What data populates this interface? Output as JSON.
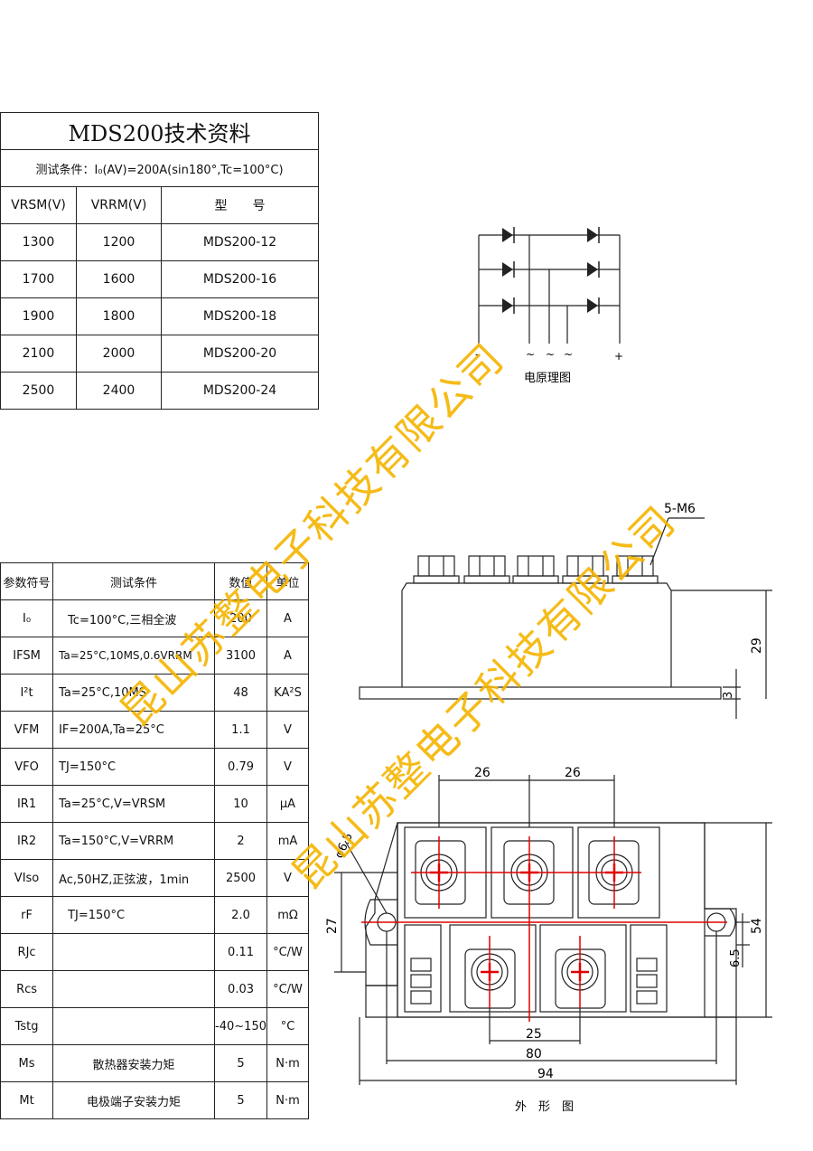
{
  "top_table": {
    "title": "MDS200技术资料",
    "condition": "测试条件：I₀(AV)=200A(sin180°,Tc=100°C)",
    "headers": {
      "vrsm": "VRSM(V)",
      "vrrm": "VRRM(V)",
      "model": "型　　号"
    },
    "rows": [
      {
        "vrsm": "1300",
        "vrrm": "1200",
        "model": "MDS200-12"
      },
      {
        "vrsm": "1700",
        "vrrm": "1600",
        "model": "MDS200-16"
      },
      {
        "vrsm": "1900",
        "vrrm": "1800",
        "model": "MDS200-18"
      },
      {
        "vrsm": "2100",
        "vrrm": "2000",
        "model": "MDS200-20"
      },
      {
        "vrsm": "2500",
        "vrrm": "2400",
        "model": "MDS200-24"
      }
    ]
  },
  "param_table": {
    "headers": {
      "symbol": "参数符号",
      "condition": "测试条件",
      "value": "数值",
      "unit": "单位"
    },
    "rows": [
      {
        "symbol": "I₀",
        "condition": "Tc=100°C,三相全波",
        "value": "200",
        "unit": "A"
      },
      {
        "symbol": "IFSM",
        "condition": "Ta=25°C,10MS,0.6VRRM",
        "value": "3100",
        "unit": "A"
      },
      {
        "symbol": "I²t",
        "condition": "Ta=25°C,10MS",
        "value": "48",
        "unit": "KA²S"
      },
      {
        "symbol": "VFM",
        "condition": "IF=200A,Ta=25°C",
        "value": "1.1",
        "unit": "V"
      },
      {
        "symbol": "VFO",
        "condition": "TJ=150°C",
        "value": "0.79",
        "unit": "V"
      },
      {
        "symbol": "IR1",
        "condition": "Ta=25°C,V=VRSM",
        "value": "10",
        "unit": "μA"
      },
      {
        "symbol": "IR2",
        "condition": "Ta=150°C,V=VRRM",
        "value": "2",
        "unit": "mA"
      },
      {
        "symbol": "VIso",
        "condition": "Ac,50HZ,正弦波，1min",
        "value": "2500",
        "unit": "V"
      },
      {
        "symbol": "rF",
        "condition": "TJ=150°C",
        "value": "2.0",
        "unit": "mΩ"
      },
      {
        "symbol": "RJc",
        "condition": "",
        "value": "0.11",
        "unit": "°C/W"
      },
      {
        "symbol": "Rcs",
        "condition": "",
        "value": "0.03",
        "unit": "°C/W"
      },
      {
        "symbol": "Tstg",
        "condition": "",
        "value": "-40~150",
        "unit": "°C"
      },
      {
        "symbol": "Ms",
        "condition": "散热器安装力矩",
        "value": "5",
        "unit": "N·m"
      },
      {
        "symbol": "Mt",
        "condition": "电极端子安装力矩",
        "value": "5",
        "unit": "N·m"
      }
    ]
  },
  "schematic": {
    "caption": "电原理图",
    "terminals": [
      "~",
      "~",
      "~",
      "+"
    ],
    "minus": "-"
  },
  "side_view": {
    "thread_label": "5-M6",
    "dim_height": "29",
    "dim_base": "3"
  },
  "top_view": {
    "caption": "外　形　图",
    "dims": {
      "pitch_a": "26",
      "pitch_b": "26",
      "hole": "φ6.5",
      "left": "27",
      "height": "54",
      "offset": "6.5",
      "inner": "25",
      "mount": "80",
      "total": "94"
    }
  },
  "watermark": {
    "line1": "昆山苏整电子科技有限公司",
    "line2": "昆山苏整电子科技有限公司"
  },
  "colors": {
    "watermark": "#f4b400",
    "centerline": "#e00000",
    "line": "#222222"
  }
}
